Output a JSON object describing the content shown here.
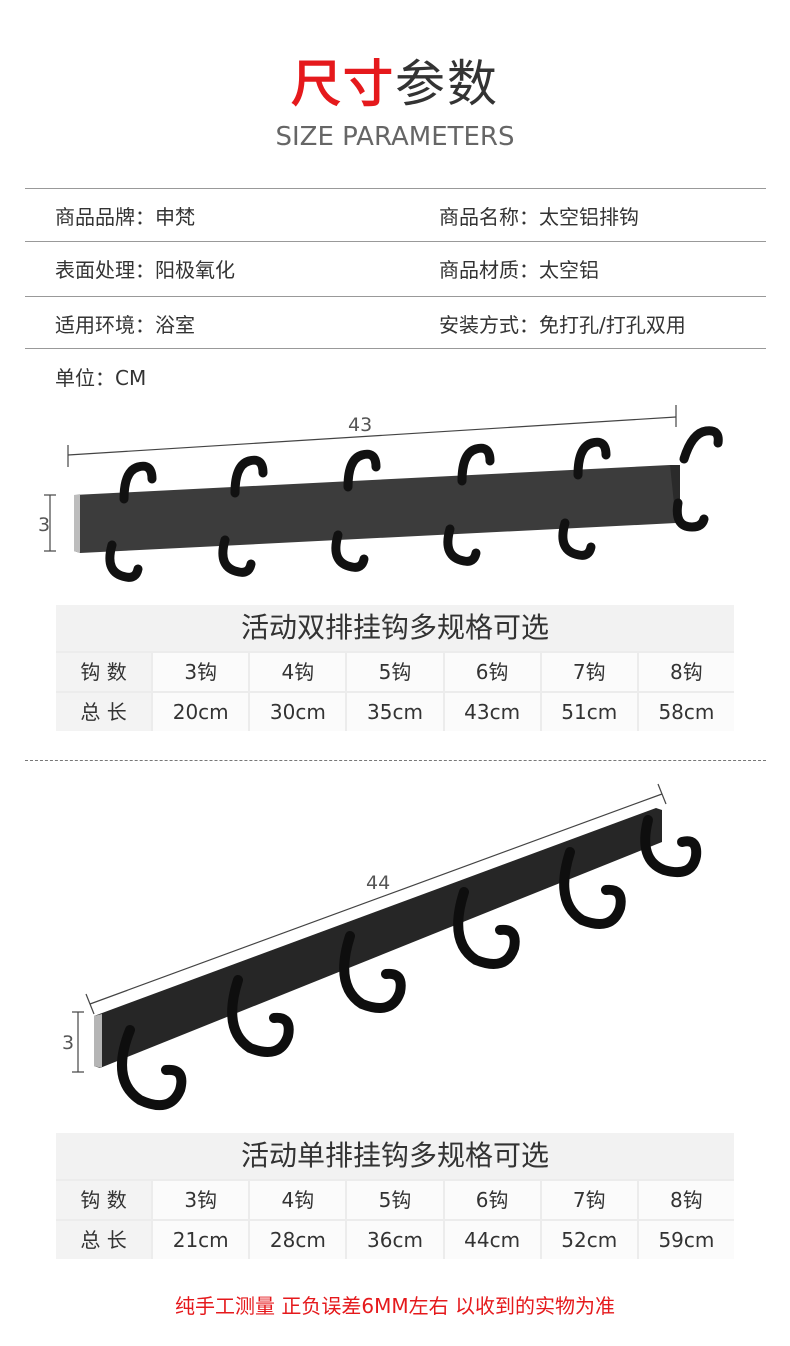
{
  "header": {
    "title_red": "尺寸",
    "title_gray": "参数",
    "subtitle": "SIZE PARAMETERS"
  },
  "params": {
    "rows": [
      [
        {
          "label": "商品品牌：申梵"
        },
        {
          "label": "商品名称：太空铝排钩"
        }
      ],
      [
        {
          "label": "表面处理：阳极氧化"
        },
        {
          "label": "商品材质：太空铝"
        }
      ],
      [
        {
          "label": "适用环境：浴室"
        },
        {
          "label": "安装方式：免打孔/打孔双用"
        }
      ]
    ],
    "unit": "单位：CM"
  },
  "product1": {
    "length_label": "43",
    "height_label": "3"
  },
  "table1": {
    "title": "活动双排挂钩多规格可选",
    "rows": [
      [
        "钩 数",
        "3钩",
        "4钩",
        "5钩",
        "6钩",
        "7钩",
        "8钩"
      ],
      [
        "总 长",
        "20cm",
        "30cm",
        "35cm",
        "43cm",
        "51cm",
        "58cm"
      ]
    ]
  },
  "product2": {
    "length_label": "44",
    "height_label": "3"
  },
  "table2": {
    "title": "活动单排挂钩多规格可选",
    "rows": [
      [
        "钩 数",
        "3钩",
        "4钩",
        "5钩",
        "6钩",
        "7钩",
        "8钩"
      ],
      [
        "总 长",
        "21cm",
        "28cm",
        "36cm",
        "44cm",
        "52cm",
        "59cm"
      ]
    ]
  },
  "note": "纯手工测量 正负误差6MM左右 以收到的实物为准",
  "colors": {
    "accent_red": "#e5191c",
    "hook_black": "#1a1a1a"
  }
}
